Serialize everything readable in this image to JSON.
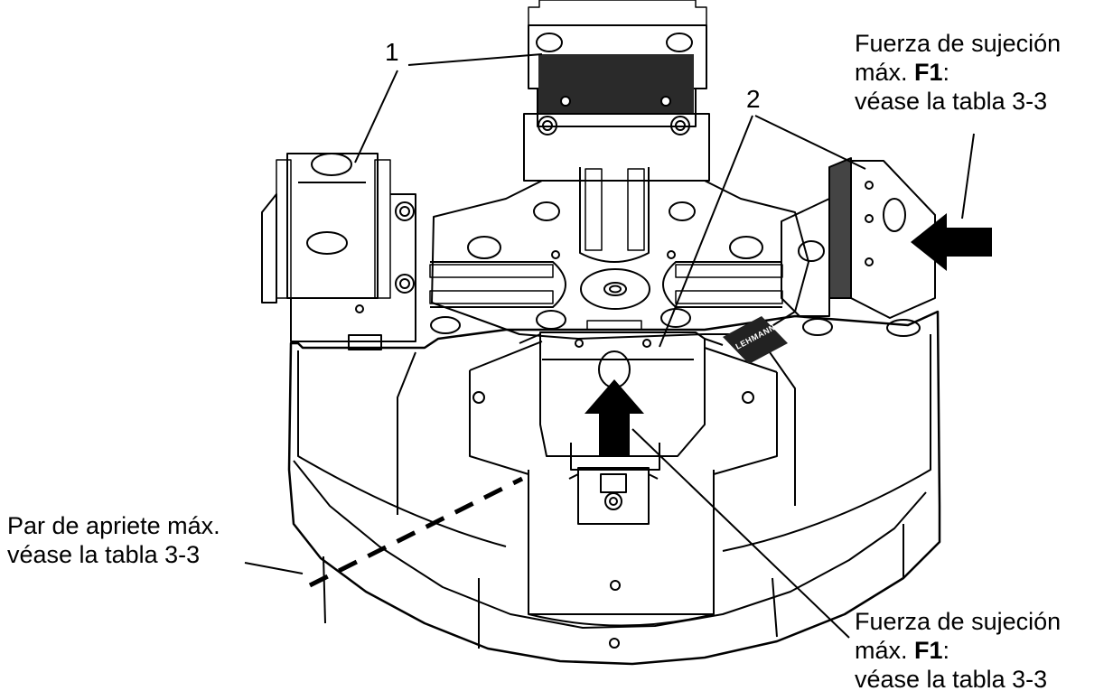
{
  "callouts": {
    "one": "1",
    "two": "2"
  },
  "force_top_right": {
    "line1": "Fuerza de sujeción",
    "line2_prefix": "máx. ",
    "line2_bold": "F1",
    "line2_suffix": ":",
    "line3": "véase la tabla 3-3"
  },
  "force_bottom_right": {
    "line1": "Fuerza de sujeción",
    "line2_prefix": "máx. ",
    "line2_bold": "F1",
    "line2_suffix": ":",
    "line3": "véase la tabla 3-3"
  },
  "torque_left": {
    "line1": "Par de apriete máx.",
    "line2": "véase la tabla 3-3"
  },
  "logo_text": "LEHMANN"
}
